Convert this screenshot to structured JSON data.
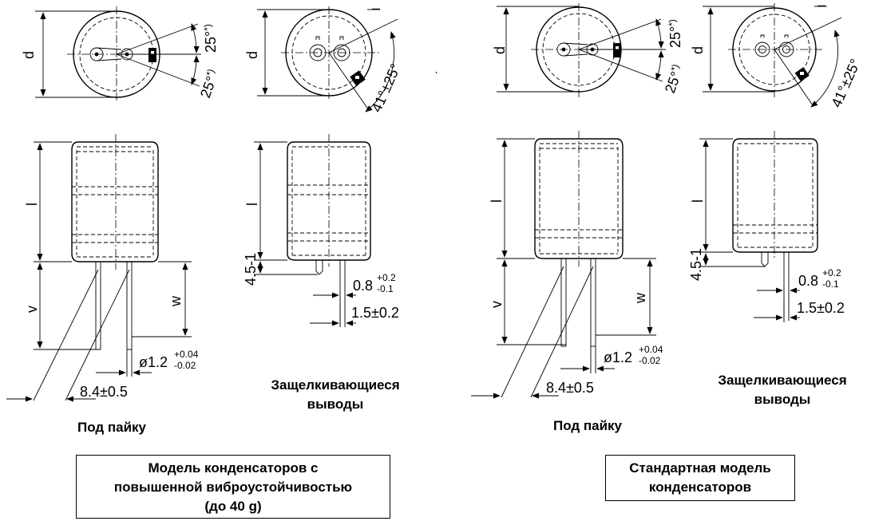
{
  "labels": {
    "d": "d",
    "l": "l",
    "v": "v",
    "w": "w",
    "angle25_base": "25°",
    "angle25_note": "*)",
    "angle41": "41°±25°",
    "minus": "–",
    "lead_offset": "4.5-1",
    "pin_width_base": "0.8",
    "pin_width_plus": "+0.2",
    "pin_width_minus": "-0.1",
    "pin_spacing": "1.5±0.2",
    "lead_diam_base": "ø1.2",
    "lead_diam_plus": "+0.04",
    "lead_diam_minus": "-0.02",
    "lead_pitch": "8.4±0.5"
  },
  "captions": {
    "solder_left": "Под пайку",
    "snapin_left_1": "Защелкивающиеся",
    "snapin_left_2": "выводы",
    "solder_right": "Под пайку",
    "snapin_right_1": "Защелкивающиеся",
    "snapin_right_2": "выводы"
  },
  "models": {
    "vibration_1": "Модель конденсаторов с",
    "vibration_2": "повышенной виброустойчивостью",
    "vibration_3": "(до 40 g)",
    "standard_1": "Стандартная модель",
    "standard_2": "конденсаторов"
  }
}
